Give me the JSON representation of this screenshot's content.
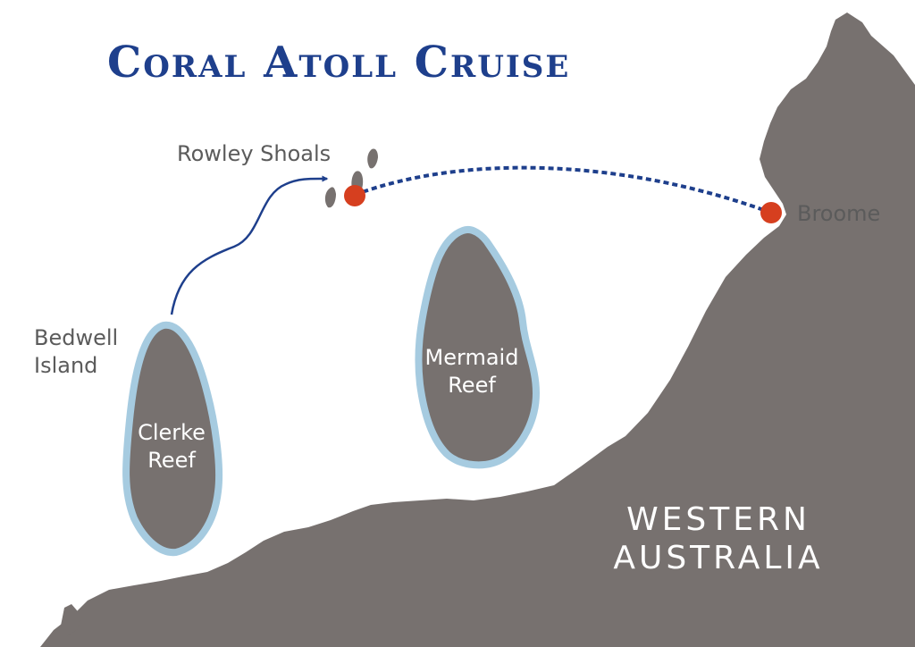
{
  "map": {
    "title": "Coral Atoll Cruise",
    "colors": {
      "land": "#77716f",
      "reef_outline": "#a6cbe0",
      "route": "#1e3f8c",
      "stop_marker": "#d63f1f",
      "title": "#1e3f8c"
    },
    "labels": {
      "rowley_shoals": "Rowley Shoals",
      "broome": "Broome",
      "bedwell_line1": "Bedwell",
      "bedwell_line2": "Island",
      "mermaid_line1": "Mermaid",
      "mermaid_line2": "Reef",
      "clerke_line1": "Clerke",
      "clerke_line2": "Reef",
      "region_line1": "WESTERN",
      "region_line2": "AUSTRALIA"
    },
    "route": [
      {
        "from": "Bedwell Island",
        "to": "Rowley Shoals",
        "style": "solid-arrow"
      },
      {
        "from": "Rowley Shoals",
        "to": "Broome",
        "style": "dotted"
      }
    ],
    "stops": [
      "Rowley Shoals",
      "Broome"
    ]
  }
}
